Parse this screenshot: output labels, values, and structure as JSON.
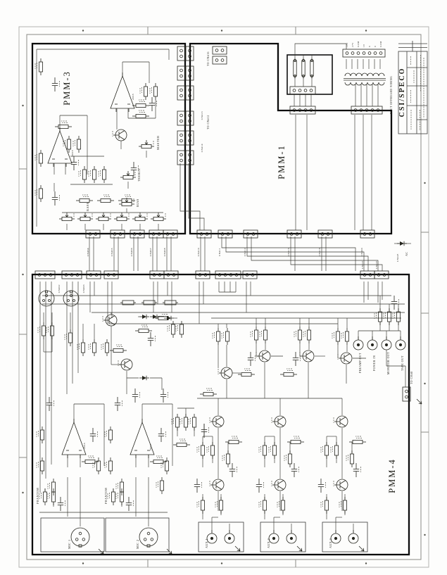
{
  "sheet": {
    "company": "CSI/SPECO"
  },
  "blocks": {
    "pmm3": "PMM-3",
    "pmm1": "PMM-1",
    "pmm4": "PMM-4"
  },
  "labels": {
    "master": "MASTER",
    "treble": "TREBLE",
    "bass": "BASS",
    "bias": "BIAS",
    "phantom1": "PHANTOM",
    "phantom2": "PHANTOM",
    "mic1": "MIC 1",
    "mic2": "MIC 2",
    "aux1": "AUX 1",
    "aux2": "AUX 2",
    "aux3": "AUX 3",
    "preamp_out": "PREAMP OUT",
    "power_in": "POWER IN",
    "monitor_out": "MONITOR OUT",
    "tape_out": "TAPE OUT",
    "to_ch8": "TO CH#8",
    "to_cn16": "TO CN#16",
    "to_cn12": "TO CN#12",
    "t2_note": "T2 CT OFFBOARD WIRING",
    "ac": "AC",
    "ic1": "2068",
    "ic2": "2068",
    "ic3": "2068",
    "ic4": "2068"
  },
  "power_pins": [
    "18V",
    "27V",
    "COM",
    "18",
    "9",
    "9",
    "COM"
  ],
  "connectors": {
    "cn401": "CN401",
    "cn402": "CN402",
    "cn403": "CN403",
    "cn404": "CN404",
    "cn405": "CN405",
    "cn406": "CN406",
    "cn407": "CN407",
    "cn408": "CN408",
    "cn410": "CN410",
    "cn411": "CN411",
    "cn412": "CN412",
    "cn413": "CN413",
    "cn414": "CN414",
    "cn415": "CN415",
    "cn416": "CN416",
    "cn440": "CN440",
    "cn443": "CN443",
    "cn446": "CN446",
    "cn448": "CN448"
  }
}
